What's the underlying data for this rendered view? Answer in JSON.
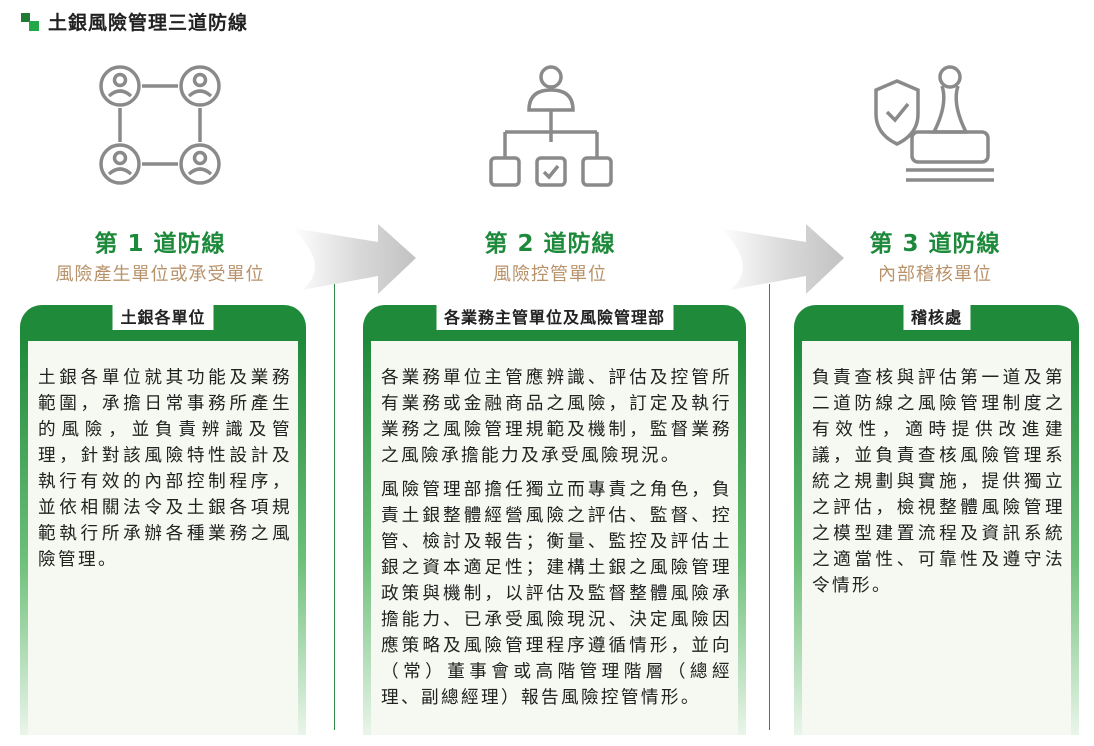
{
  "header": {
    "title": "土銀風險管理三道防線"
  },
  "colors": {
    "brand_green": "#1f8a3a",
    "accent_tan": "#b8926a",
    "icon_gray": "#8a8a8a"
  },
  "lines": [
    {
      "name": "第 1 道防線",
      "subtitle": "風險產生單位或承受單位",
      "icon": "network-people-icon",
      "card_label": "土銀各單位",
      "paragraphs": [
        "土銀各單位就其功能及業務範圍，承擔日常事務所產生的風險，並負責辨識及管理，針對該風險特性設計及執行有效的內部控制程序，並依相關法令及土銀各項規範執行所承辦各種業務之風險管理。"
      ]
    },
    {
      "name": "第 2 道防線",
      "subtitle": "風險控管單位",
      "icon": "org-chart-icon",
      "card_label": "各業務主管單位及風險管理部",
      "paragraphs": [
        "各業務單位主管應辨識、評估及控管所有業務或金融商品之風險，訂定及執行業務之風險管理規範及機制，監督業務之風險承擔能力及承受風險現況。",
        "風險管理部擔任獨立而專責之角色，負責土銀整體經營風險之評估、監督、控管、檢討及報告；衡量、監控及評估土銀之資本適足性；建構土銀之風險管理政策與機制，以評估及監督整體風險承擔能力、已承受風險現況、決定風險因應策略及風險管理程序遵循情形，並向（常）董事會或高階管理階層（總經理、副總經理）報告風險控管情形。"
      ]
    },
    {
      "name": "第 3 道防線",
      "subtitle": "內部稽核單位",
      "icon": "audit-stamp-icon",
      "card_label": "稽核處",
      "paragraphs": [
        "負責查核與評估第一道及第二道防線之風險管理制度之有效性，適時提供改進建議，並負責查核風險管理系統之規劃與實施，提供獨立之評估，檢視整體風險管理之模型建置流程及資訊系統之適當性、可靠性及遵守法令情形。"
      ]
    }
  ]
}
